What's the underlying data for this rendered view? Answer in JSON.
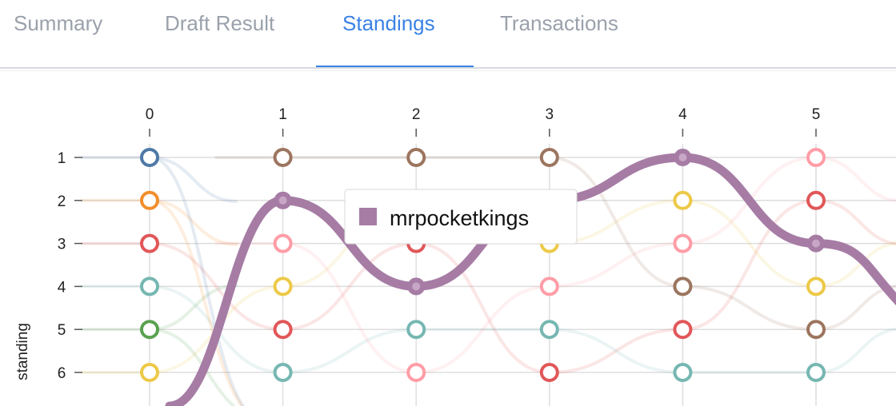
{
  "tabs": {
    "summary": "Summary",
    "draft_result": "Draft Result",
    "standings": "Standings",
    "transactions": "Transactions",
    "active": "Standings"
  },
  "tooltip": {
    "label": "mrpocketkings",
    "color": "#a67ca5"
  },
  "chart_data": {
    "type": "line",
    "xlabel": "",
    "ylabel": "standing",
    "x": [
      0,
      1,
      2,
      3,
      4,
      5
    ],
    "y_ticks": [
      1,
      2,
      3,
      4,
      5,
      6
    ],
    "grid": true,
    "highlighted_series": "mrpocketkings",
    "series": [
      {
        "color": "#4e79a7",
        "values": [
          1
        ]
      },
      {
        "color": "#f28e2b",
        "values": [
          2
        ]
      },
      {
        "color": "#e15759",
        "values": [
          3,
          5,
          3,
          6,
          5,
          2
        ]
      },
      {
        "color": "#76b7b2",
        "values": [
          4,
          6,
          5,
          5,
          6,
          6
        ]
      },
      {
        "color": "#59a14f",
        "values": [
          5
        ]
      },
      {
        "color": "#edc948",
        "values": [
          6,
          4,
          2,
          3,
          2,
          4
        ]
      },
      {
        "color": "#9c755f",
        "values": [
          null,
          1,
          1,
          1,
          4,
          5
        ]
      },
      {
        "color": "#ff9da7",
        "values": [
          null,
          3,
          6,
          4,
          3,
          1
        ]
      },
      {
        "name": "mrpocketkings",
        "color": "#a67ca5",
        "values": [
          null,
          2,
          4,
          2,
          1,
          3
        ]
      }
    ]
  }
}
